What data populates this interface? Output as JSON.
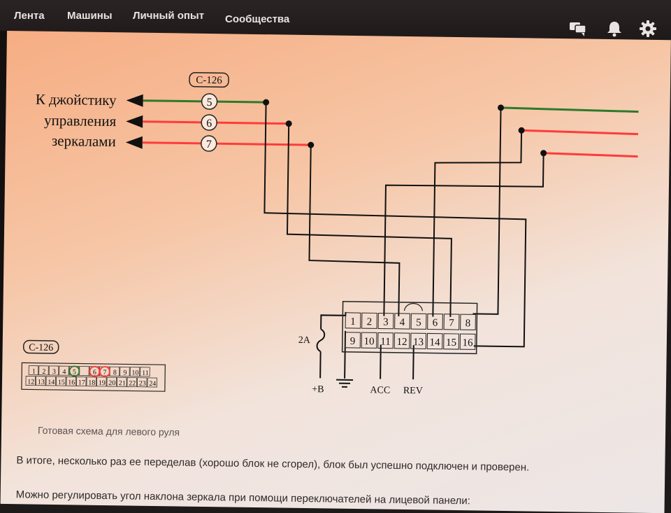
{
  "nav": {
    "items": [
      "Лента",
      "Машины",
      "Личный опыт",
      "Сообщества"
    ],
    "icons": [
      "chat-icon",
      "bell-icon",
      "gear-icon"
    ]
  },
  "diagram": {
    "connector_label": "C-126",
    "joystick_lines": [
      "К джойстику",
      "управления",
      "зеркалами"
    ],
    "wire_numbers": [
      "5",
      "6",
      "7"
    ],
    "top_row_pins": [
      "1",
      "2",
      "3",
      "4",
      "5",
      "6",
      "7",
      "8"
    ],
    "bottom_row_pins": [
      "9",
      "10",
      "11",
      "12",
      "13",
      "14",
      "15",
      "16"
    ],
    "fuse_label": "2A",
    "power_labels": [
      "+B",
      "ACC",
      "REV"
    ],
    "small_connector_label": "C-126",
    "small_top_pins": [
      "1",
      "2",
      "3",
      "4",
      "5",
      "",
      "6",
      "7",
      "8",
      "9",
      "10",
      "11"
    ],
    "small_bottom_pins": [
      "12",
      "13",
      "14",
      "15",
      "16",
      "17",
      "18",
      "19",
      "20",
      "21",
      "22",
      "23",
      "24"
    ],
    "colors": {
      "green": "#2d7a2d",
      "red": "#ff3b3b",
      "black": "#111111"
    }
  },
  "caption": "Готовая схема для левого руля",
  "paragraphs": [
    "В итоге, несколько раз ее переделав (хорошо блок не сгорел), блок был успешно подключен и проверен.",
    "Можно регулировать угол наклона зеркала при помощи переключателей на лицевой панели:"
  ]
}
